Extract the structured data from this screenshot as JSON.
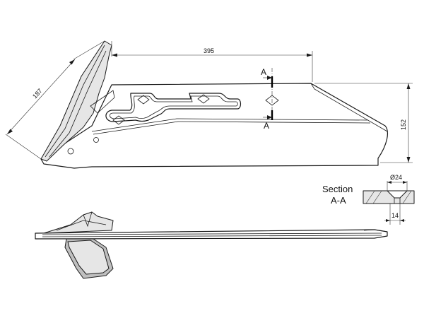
{
  "dimensions": {
    "tip_length": "187",
    "overall_length": "395",
    "height": "152",
    "hole_diameter": "Ø24",
    "hole_depth": "14"
  },
  "section_marker": {
    "top_letter": "A",
    "bottom_letter": "A"
  },
  "section_view": {
    "title": "Section",
    "name": "A-A"
  }
}
